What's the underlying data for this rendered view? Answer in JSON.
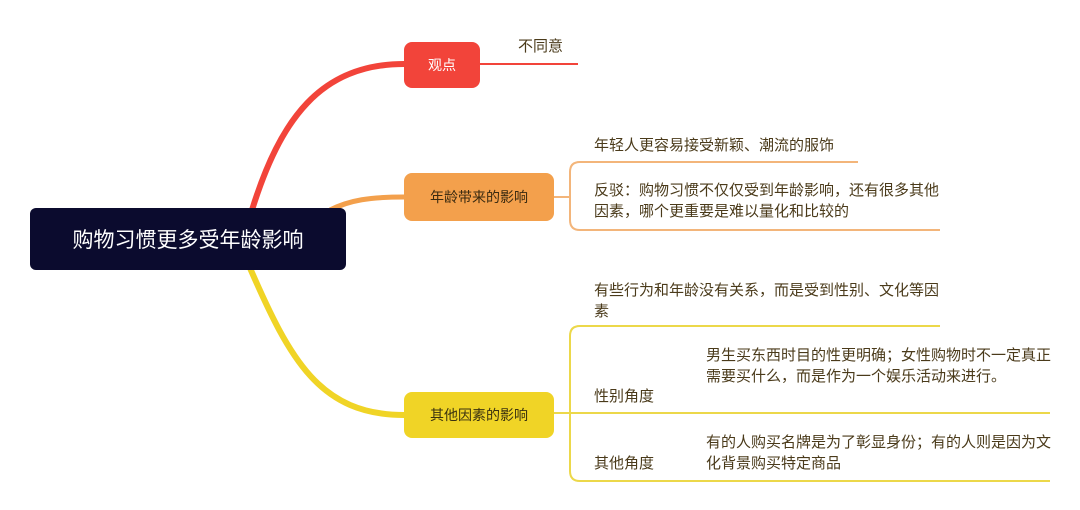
{
  "root": {
    "label": "购物习惯更多受年龄影响"
  },
  "branches": [
    {
      "label": "观点",
      "color": "#f2443a",
      "children": [
        "不同意"
      ]
    },
    {
      "label": "年龄带来的影响",
      "color": "#f3a04c",
      "children": [
        "年轻人更容易接受新颖、潮流的服饰",
        "反驳：购物习惯不仅仅受到年龄影响，还有很多其他因素，哪个更重要是难以量化和比较的"
      ]
    },
    {
      "label": "其他因素的影响",
      "color": "#f0d426",
      "children": [
        "有些行为和年龄没有关系，而是受到性别、文化等因素",
        {
          "label": "性别角度",
          "detail": "男生买东西时目的性更明确；女性购物时不一定真正需要买什么，而是作为一个娱乐活动来进行。"
        },
        {
          "label": "其他角度",
          "detail": "有的人购买名牌是为了彰显身份；有的人则是因为文化背景购买特定商品"
        }
      ]
    }
  ]
}
